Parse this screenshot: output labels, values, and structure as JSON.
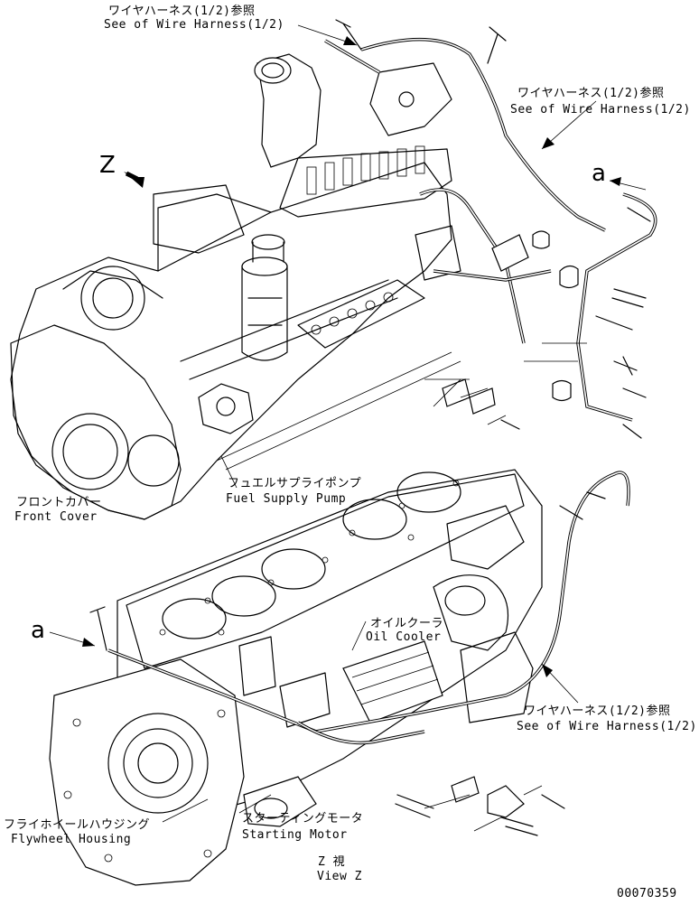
{
  "labels": {
    "wire_harness_top_jp": "ワイヤハーネス(1/2)参照",
    "wire_harness_top_en": "See of Wire Harness(1/2)",
    "wire_harness_right_jp": "ワイヤハーネス(1/2)参照",
    "wire_harness_right_en": "See of Wire Harness(1/2)",
    "view_marker": "Z",
    "ref_a_top": "a",
    "fuel_pump_jp": "フュエルサプライポンプ",
    "fuel_pump_en": "Fuel Supply Pump",
    "front_cover_jp": "フロントカバー",
    "front_cover_en": "Front Cover",
    "oil_cooler_jp": "オイルクーラ",
    "oil_cooler_en": "Oil Cooler",
    "ref_a_bottom": "a",
    "wire_harness_lower_jp": "ワイヤハーネス(1/2)参照",
    "wire_harness_lower_en": "See of Wire Harness(1/2)",
    "flywheel_jp": "フライホイールハウジング",
    "flywheel_en": "Flywheel Housing",
    "starting_motor_jp": "スターティングモータ",
    "starting_motor_en": "Starting Motor",
    "view_z_jp": "Z 視",
    "view_z_en": "View Z",
    "drawing_number": "00070359"
  }
}
